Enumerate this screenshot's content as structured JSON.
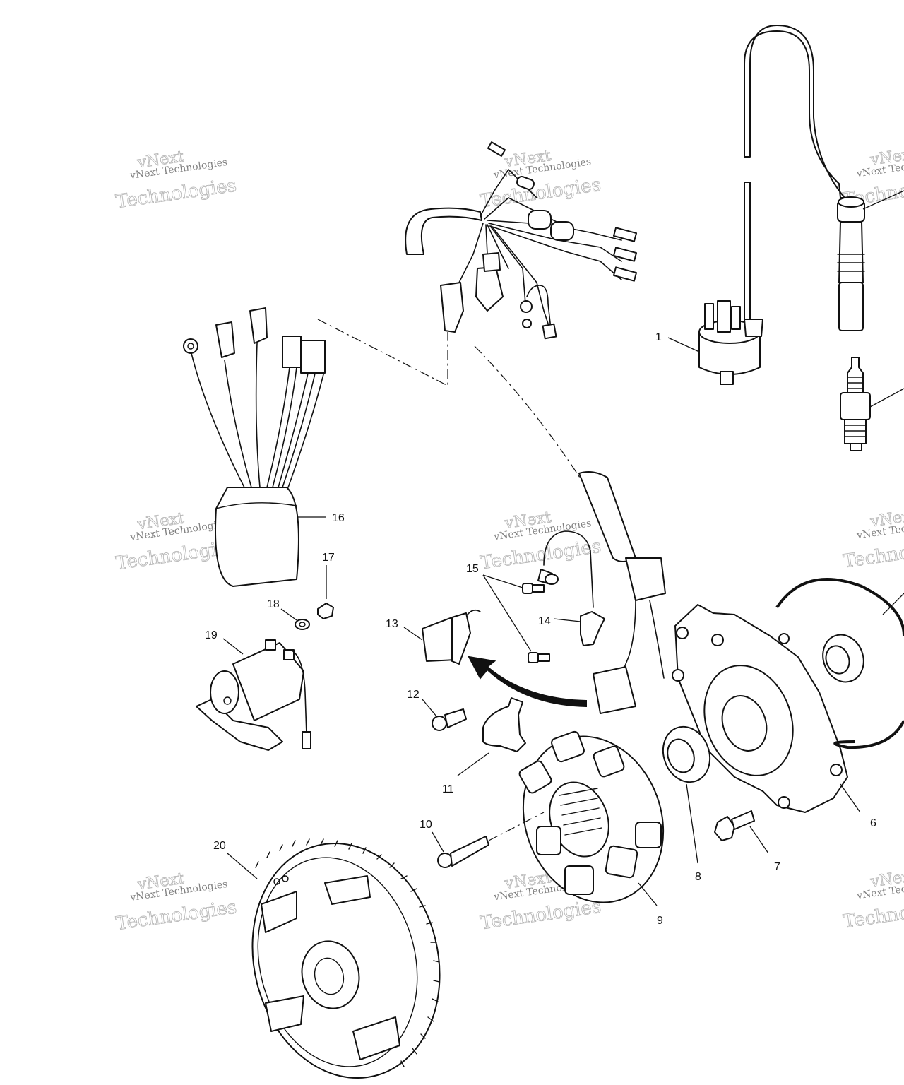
{
  "diagram": {
    "callouts": {
      "c1": "1",
      "c6": "6",
      "c7": "7",
      "c8": "8",
      "c9": "9",
      "c10": "10",
      "c11": "11",
      "c12": "12",
      "c13": "13",
      "c14": "14",
      "c15": "15",
      "c16": "16",
      "c17": "17",
      "c18": "18",
      "c19": "19",
      "c20": "20"
    },
    "watermark": {
      "top_line": "vNext",
      "middle_line": "vNext Technologies",
      "bottom_line": "Technologies"
    }
  }
}
